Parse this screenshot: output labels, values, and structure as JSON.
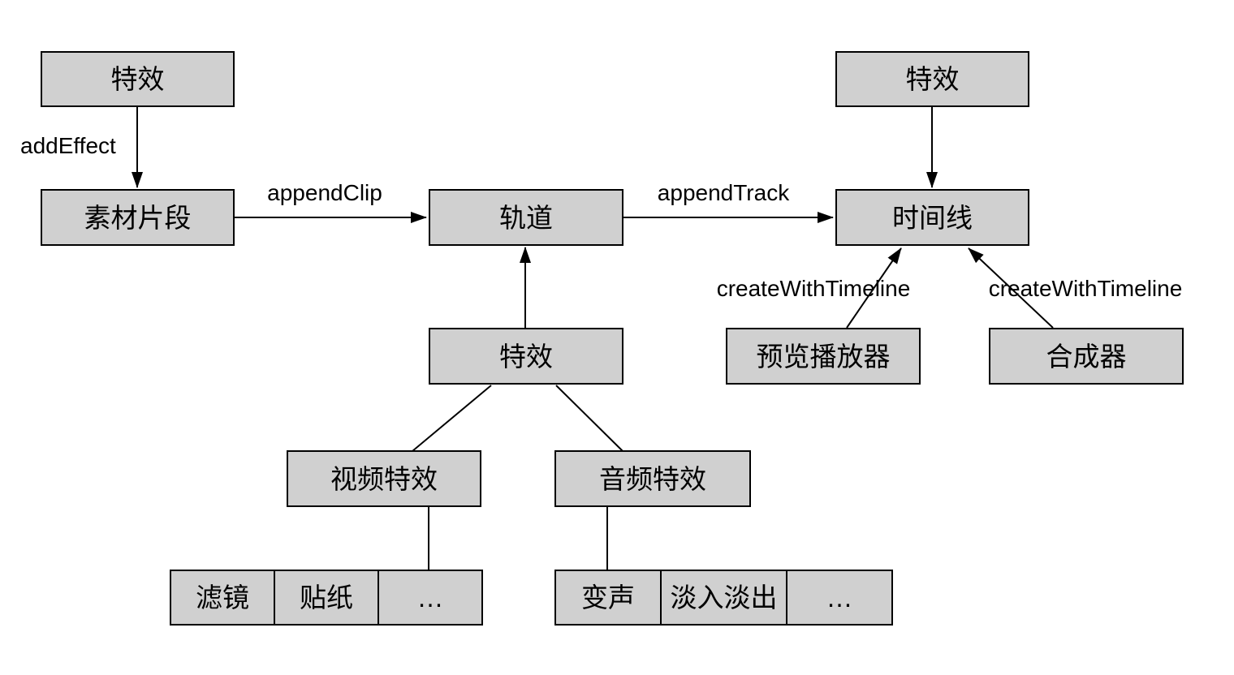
{
  "diagram": {
    "colors": {
      "background": "#ffffff",
      "node_fill": "#d0d0d0",
      "node_border": "#000000",
      "line": "#000000",
      "text": "#000000"
    },
    "nodes": {
      "effect_top_left": "特效",
      "clip": "素材片段",
      "track": "轨道",
      "timeline": "时间线",
      "effect_top_right": "特效",
      "effect_middle": "特效",
      "preview_player": "预览播放器",
      "compositor": "合成器",
      "video_effect": "视频特效",
      "audio_effect": "音频特效"
    },
    "edge_labels": {
      "add_effect": "addEffect",
      "append_clip": "appendClip",
      "append_track": "appendTrack",
      "create_with_timeline_left": "createWithTimeline",
      "create_with_timeline_right": "createWithTimeline"
    },
    "video_effect_items": [
      "滤镜",
      "贴纸",
      "…"
    ],
    "audio_effect_items": [
      "变声",
      "淡入淡出",
      "…"
    ]
  }
}
